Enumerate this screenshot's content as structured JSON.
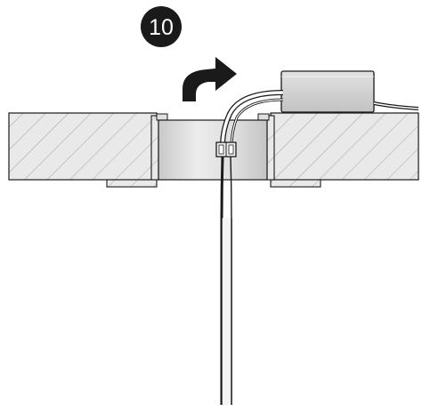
{
  "step": {
    "number": "10"
  },
  "colors": {
    "ceiling_fill": "#e6e6e6",
    "hatch_line": "#9a9a9a",
    "outline": "#1a1a1a",
    "housing": "#d4d4d4",
    "driver_box": "#d0d0d0",
    "badge": "#1a1a1a",
    "arrow": "#1a1a1a"
  },
  "icons": {
    "step_badge": "step-number-badge",
    "direction": "curved-arrow-icon",
    "driver": "led-driver-box",
    "connector": "wire-connector-icon"
  }
}
